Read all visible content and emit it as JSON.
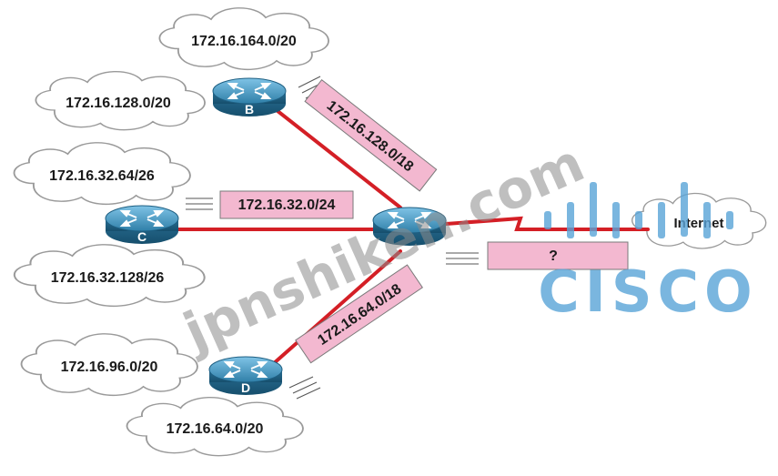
{
  "routers": {
    "a": "",
    "b": "B",
    "c": "C",
    "d": "D"
  },
  "clouds": {
    "b_top": "172.16.164.0/20",
    "b_left": "172.16.128.0/20",
    "c_top": "172.16.32.64/26",
    "c_bottom": "172.16.32.128/26",
    "d_left": "172.16.96.0/20",
    "d_bottom": "172.16.64.0/20",
    "internet": "Internet"
  },
  "summaries": {
    "b": "172.16.128.0/18",
    "c": "172.16.32.0/24",
    "d": "172.16.64.0/18",
    "internet": "?"
  },
  "watermark": {
    "site": "jpnshiken.com",
    "brand": "CISCO"
  },
  "colors": {
    "link": "#d41f26",
    "router": "#2f7fa8",
    "summary_box": "#f3b8d0",
    "cloud_fill": "#ffffff",
    "cloud_stroke": "#9a9a9a",
    "brand": "#5aa4d8"
  }
}
